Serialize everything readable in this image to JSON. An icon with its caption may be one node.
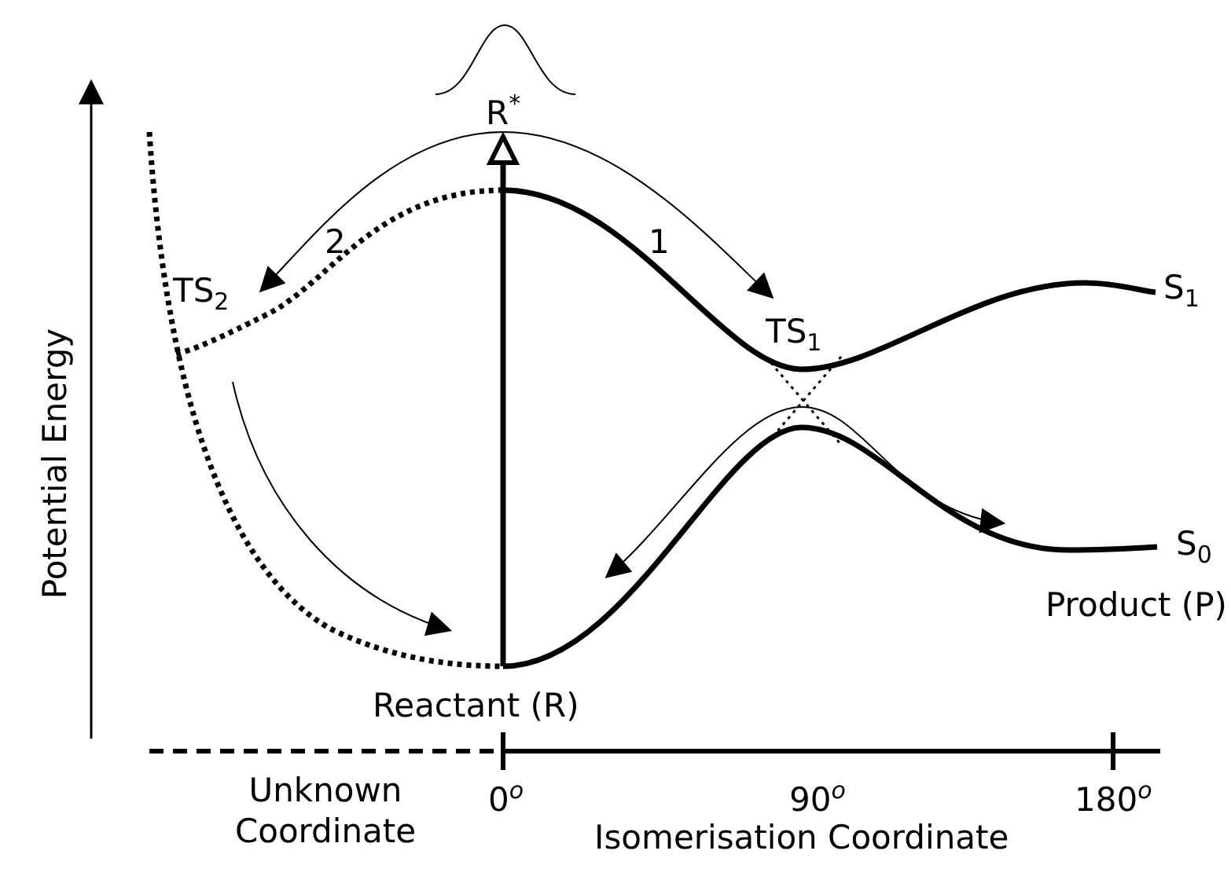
{
  "diagram": {
    "labels": [
      "R$^{*}$",
      "2",
      "1",
      "TS$_{2}$",
      "TS$_{1}$",
      "S$_{1}$",
      "Potential Energy",
      "S$_{0}$",
      "Product (P)",
      "Reactant (R)",
      "Unknown Coordinate",
      "0$^{o}$",
      "90$^{o}$",
      "180$^{o}$",
      "Isomerisation Coordinate"
    ]
  }
}
